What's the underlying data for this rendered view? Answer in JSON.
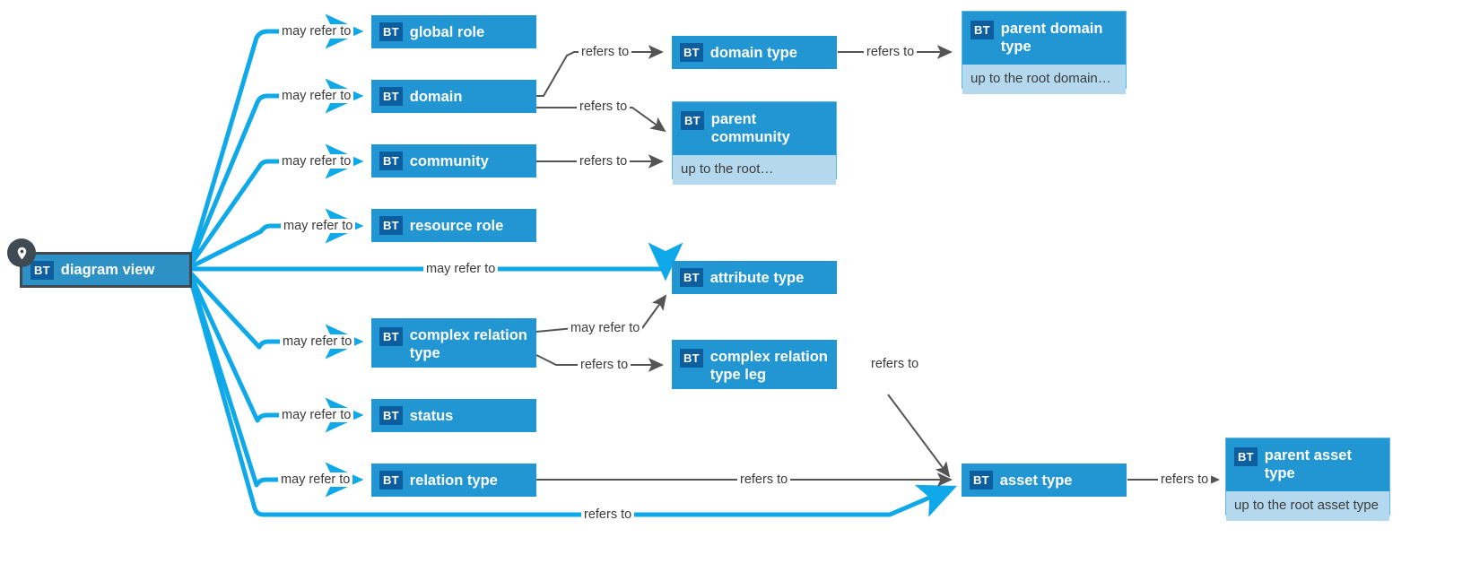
{
  "diagram": {
    "title": "diagram view relationships",
    "colors": {
      "node_fill": "#2196d3",
      "root_node_fill": "#2d91c6",
      "root_node_border": "#3f4a52",
      "badge_fill": "#0d5e9e",
      "sub_fill": "#b4d9ef",
      "highlight_edge": "#0fa8e8",
      "normal_edge": "#545454",
      "label_text": "#3b3b3b",
      "node_text": "#ffffff",
      "background": "#ffffff"
    },
    "badge_text": "BT",
    "pin_icon": "map-pin-icon"
  },
  "nodes": [
    {
      "id": "diagram-view",
      "label": "diagram view",
      "sub": null,
      "kind": "root",
      "pin": true
    },
    {
      "id": "global-role",
      "label": "global role",
      "sub": null,
      "kind": "plain",
      "pin": false
    },
    {
      "id": "domain",
      "label": "domain",
      "sub": null,
      "kind": "plain",
      "pin": false
    },
    {
      "id": "community",
      "label": "community",
      "sub": null,
      "kind": "plain",
      "pin": false
    },
    {
      "id": "resource-role",
      "label": "resource role",
      "sub": null,
      "kind": "plain",
      "pin": false
    },
    {
      "id": "attribute-type",
      "label": "attribute type",
      "sub": null,
      "kind": "plain",
      "pin": false
    },
    {
      "id": "complex-relation-type",
      "label": "complex relation type",
      "sub": null,
      "kind": "plain",
      "pin": false
    },
    {
      "id": "status",
      "label": "status",
      "sub": null,
      "kind": "plain",
      "pin": false
    },
    {
      "id": "relation-type",
      "label": "relation type",
      "sub": null,
      "kind": "plain",
      "pin": false
    },
    {
      "id": "domain-type",
      "label": "domain type",
      "sub": null,
      "kind": "plain",
      "pin": false
    },
    {
      "id": "parent-community",
      "label": "parent community",
      "sub": "up to the root…",
      "kind": "framed",
      "pin": false
    },
    {
      "id": "complex-relation-type-leg",
      "label": "complex relation type leg",
      "sub": null,
      "kind": "plain",
      "pin": false
    },
    {
      "id": "asset-type",
      "label": "asset type",
      "sub": null,
      "kind": "plain",
      "pin": false
    },
    {
      "id": "parent-domain-type",
      "label": "parent domain type",
      "sub": "up to the root domain…",
      "kind": "framed",
      "pin": false
    },
    {
      "id": "parent-asset-type",
      "label": "parent asset type",
      "sub": "up to the root asset type",
      "kind": "framed",
      "pin": false
    }
  ],
  "edges": [
    {
      "id": "e1",
      "from": "diagram-view",
      "to": "global-role",
      "label": "may refer to",
      "highlighted": true
    },
    {
      "id": "e2",
      "from": "diagram-view",
      "to": "domain",
      "label": "may refer to",
      "highlighted": true
    },
    {
      "id": "e3",
      "from": "diagram-view",
      "to": "community",
      "label": "may refer to",
      "highlighted": true
    },
    {
      "id": "e4",
      "from": "diagram-view",
      "to": "resource-role",
      "label": "may refer to",
      "highlighted": true
    },
    {
      "id": "e5",
      "from": "diagram-view",
      "to": "attribute-type",
      "label": "may refer to",
      "highlighted": true
    },
    {
      "id": "e6",
      "from": "diagram-view",
      "to": "complex-relation-type",
      "label": "may refer to",
      "highlighted": true
    },
    {
      "id": "e7",
      "from": "diagram-view",
      "to": "status",
      "label": "may refer to",
      "highlighted": true
    },
    {
      "id": "e8",
      "from": "diagram-view",
      "to": "relation-type",
      "label": "may refer to",
      "highlighted": true
    },
    {
      "id": "e9",
      "from": "diagram-view",
      "to": "asset-type",
      "label": "refers to",
      "highlighted": true
    },
    {
      "id": "e10",
      "from": "domain",
      "to": "domain-type",
      "label": "refers to",
      "highlighted": false
    },
    {
      "id": "e11",
      "from": "domain",
      "to": "parent-community",
      "label": "refers to",
      "highlighted": false
    },
    {
      "id": "e12",
      "from": "community",
      "to": "parent-community",
      "label": "refers to",
      "highlighted": false
    },
    {
      "id": "e13",
      "from": "domain-type",
      "to": "parent-domain-type",
      "label": "refers to",
      "highlighted": false
    },
    {
      "id": "e14",
      "from": "complex-relation-type",
      "to": "attribute-type",
      "label": "may refer to",
      "highlighted": false
    },
    {
      "id": "e15",
      "from": "complex-relation-type",
      "to": "complex-relation-type-leg",
      "label": "refers to",
      "highlighted": false
    },
    {
      "id": "e16",
      "from": "complex-relation-type-leg",
      "to": "asset-type",
      "label": "refers to",
      "highlighted": false
    },
    {
      "id": "e17",
      "from": "relation-type",
      "to": "asset-type",
      "label": "refers to",
      "highlighted": false
    },
    {
      "id": "e18",
      "from": "asset-type",
      "to": "parent-asset-type",
      "label": "refers to",
      "highlighted": false
    }
  ]
}
